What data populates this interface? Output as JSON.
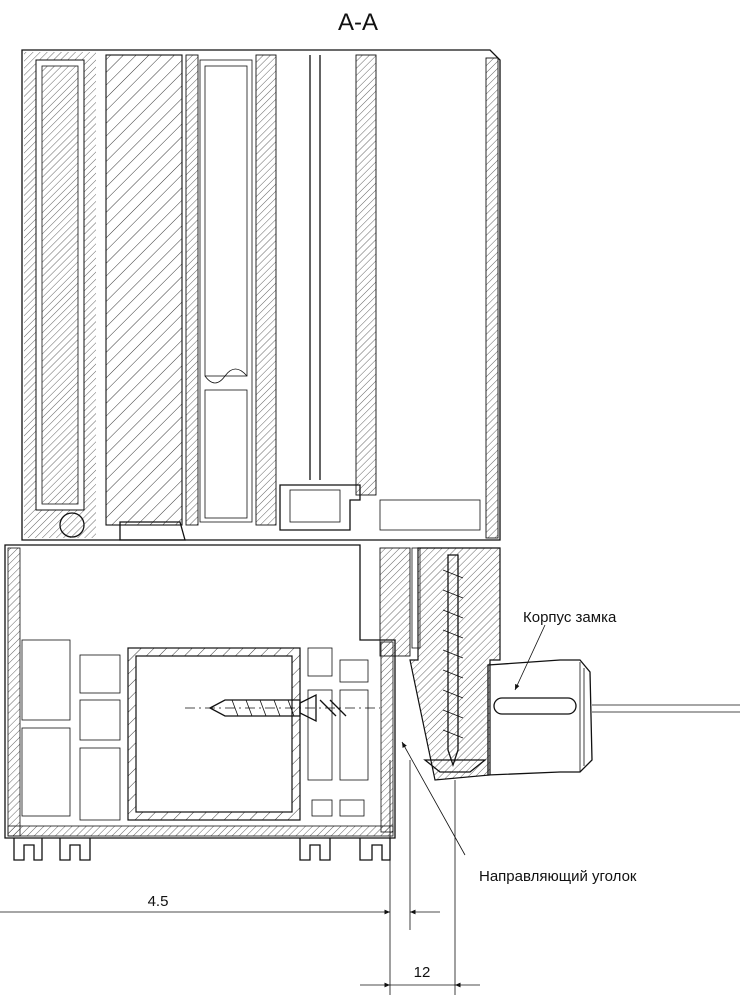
{
  "drawing": {
    "title": "А-А",
    "callouts": {
      "lock_body": "Корпус замка",
      "guide_angle": "Направляющий уголок"
    },
    "dimensions": {
      "offset": "4.5",
      "width": "12"
    }
  }
}
